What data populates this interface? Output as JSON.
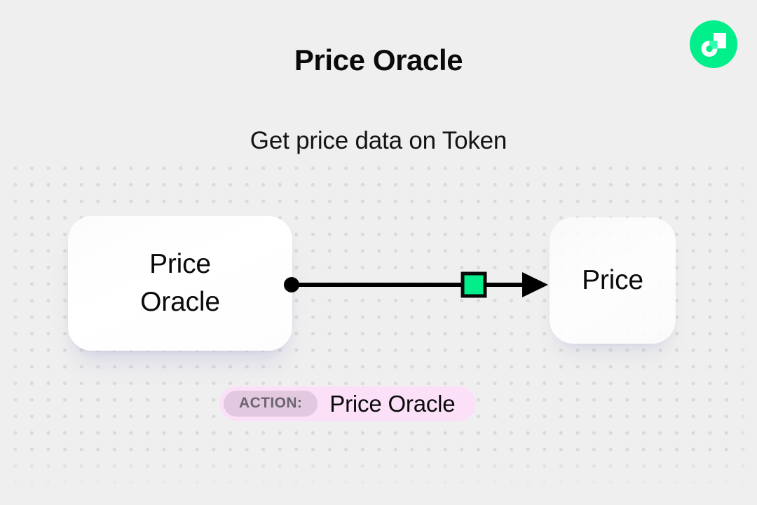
{
  "header": {
    "title": "Price Oracle",
    "subtitle": "Get price data on Token",
    "logo_name": "flow-logo"
  },
  "diagram": {
    "source_node": {
      "label": "Price\nOracle",
      "output_port_name": "output-port-dot"
    },
    "target_node": {
      "label": "Price",
      "input_port_name": "input-arrowhead"
    },
    "connector": {
      "handle_name": "edge-handle-square",
      "handle_color": "#00ef8b",
      "line_color": "#000000"
    }
  },
  "action_badge": {
    "key": "ACTION:",
    "value": "Price Oracle",
    "background": "#fbe0f7",
    "key_background": "#e3c9e0"
  },
  "theme": {
    "canvas_background": "#efefef",
    "dot_color": "#dadada",
    "accent_green": "#00ef8b",
    "text_color": "#0b0b0b"
  }
}
